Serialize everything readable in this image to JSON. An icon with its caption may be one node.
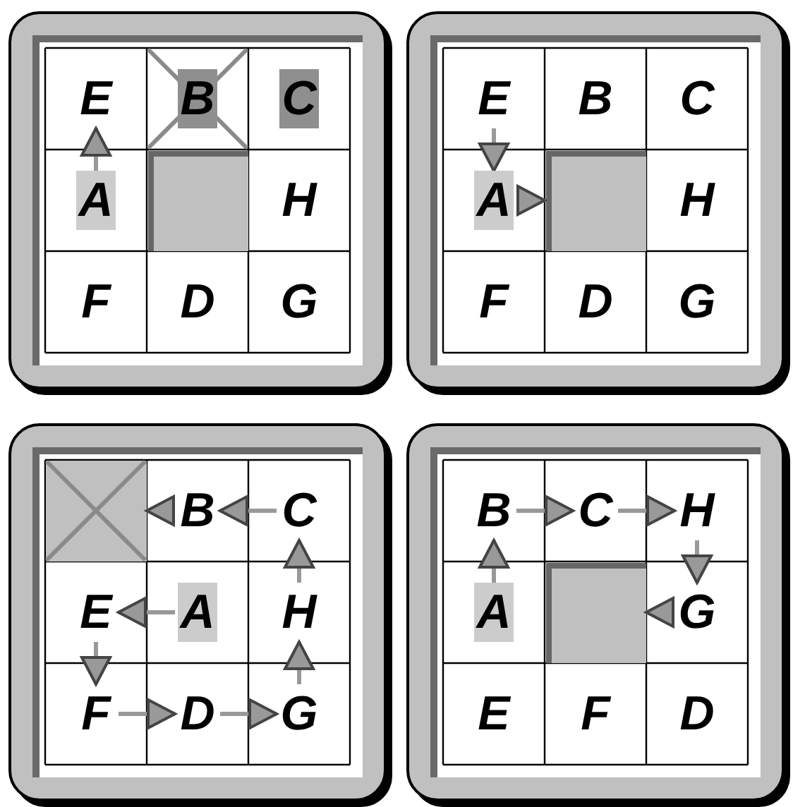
{
  "diagram": {
    "nodes": [
      {
        "text": [],
        "shape": "box"
      },
      {
        "text": [
          "E"
        ],
        "in": 0
      },
      {
        "text": [
          "B"
        ],
        "in": 0
      },
      {
        "text": [
          "C"
        ],
        "in": 0
      },
      {
        "text": [
          "A"
        ],
        "in": 0
      },
      {
        "text": [],
        "shape": "box",
        "in": 0
      },
      {
        "text": [
          "H"
        ],
        "in": 0
      },
      {
        "text": [
          "F"
        ],
        "in": 0
      },
      {
        "text": [
          "D"
        ],
        "in": 0
      },
      {
        "text": [
          "G"
        ],
        "in": 0
      },
      {
        "text": [],
        "shape": "box"
      },
      {
        "text": [
          "E"
        ],
        "in": 10
      },
      {
        "text": [
          "B"
        ],
        "in": 10
      },
      {
        "text": [
          "C"
        ],
        "in": 10
      },
      {
        "text": [
          "A"
        ],
        "in": 10
      },
      {
        "text": [],
        "shape": "box",
        "in": 10
      },
      {
        "text": [
          "H"
        ],
        "in": 10
      },
      {
        "text": [
          "F"
        ],
        "in": 10
      },
      {
        "text": [
          "D"
        ],
        "in": 10
      },
      {
        "text": [
          "G"
        ],
        "in": 10
      },
      {
        "text": [],
        "shape": "box"
      },
      {
        "text": [],
        "shape": "box",
        "in": 20
      },
      {
        "text": [
          "B"
        ],
        "in": 20
      },
      {
        "text": [
          "C"
        ],
        "in": 20
      },
      {
        "text": [
          "E"
        ],
        "in": 20
      },
      {
        "text": [
          "A"
        ],
        "in": 20
      },
      {
        "text": [
          "H"
        ],
        "in": 20
      },
      {
        "text": [
          "F"
        ],
        "in": 20
      },
      {
        "text": [
          "D"
        ],
        "in": 20
      },
      {
        "text": [
          "G"
        ],
        "in": 20
      },
      {
        "text": [],
        "shape": "box"
      },
      {
        "text": [
          "B"
        ],
        "in": 30
      },
      {
        "text": [
          "C"
        ],
        "in": 30
      },
      {
        "text": [
          "H"
        ],
        "in": 30
      },
      {
        "text": [
          "A"
        ],
        "in": 30
      },
      {
        "text": [],
        "shape": "box",
        "in": 30
      },
      {
        "text": [
          "G"
        ],
        "in": 30
      },
      {
        "text": [
          "E"
        ],
        "in": 30
      },
      {
        "text": [
          "F"
        ],
        "in": 30
      },
      {
        "text": [
          "D"
        ],
        "in": 30
      }
    ],
    "edges": [
      {
        "from": 4,
        "to": 1,
        "arrow": "to"
      },
      {
        "from": 11,
        "to": 14,
        "arrow": "to"
      },
      {
        "from": 14,
        "to": 15,
        "arrow": "to"
      },
      {
        "from": 23,
        "to": 22,
        "arrow": "to"
      },
      {
        "from": 22,
        "to": 21,
        "arrow": "to"
      },
      {
        "from": 25,
        "to": 24,
        "arrow": "to"
      },
      {
        "from": 24,
        "to": 27,
        "arrow": "to"
      },
      {
        "from": 27,
        "to": 28,
        "arrow": "to"
      },
      {
        "from": 28,
        "to": 29,
        "arrow": "to"
      },
      {
        "from": 29,
        "to": 26,
        "arrow": "to"
      },
      {
        "from": 26,
        "to": 23,
        "arrow": "to"
      },
      {
        "from": 34,
        "to": 31,
        "arrow": "to"
      },
      {
        "from": 31,
        "to": 32,
        "arrow": "to"
      },
      {
        "from": 32,
        "to": 33,
        "arrow": "to"
      },
      {
        "from": 33,
        "to": 36,
        "arrow": "to"
      },
      {
        "from": 36,
        "to": 35,
        "arrow": "to"
      }
    ]
  }
}
